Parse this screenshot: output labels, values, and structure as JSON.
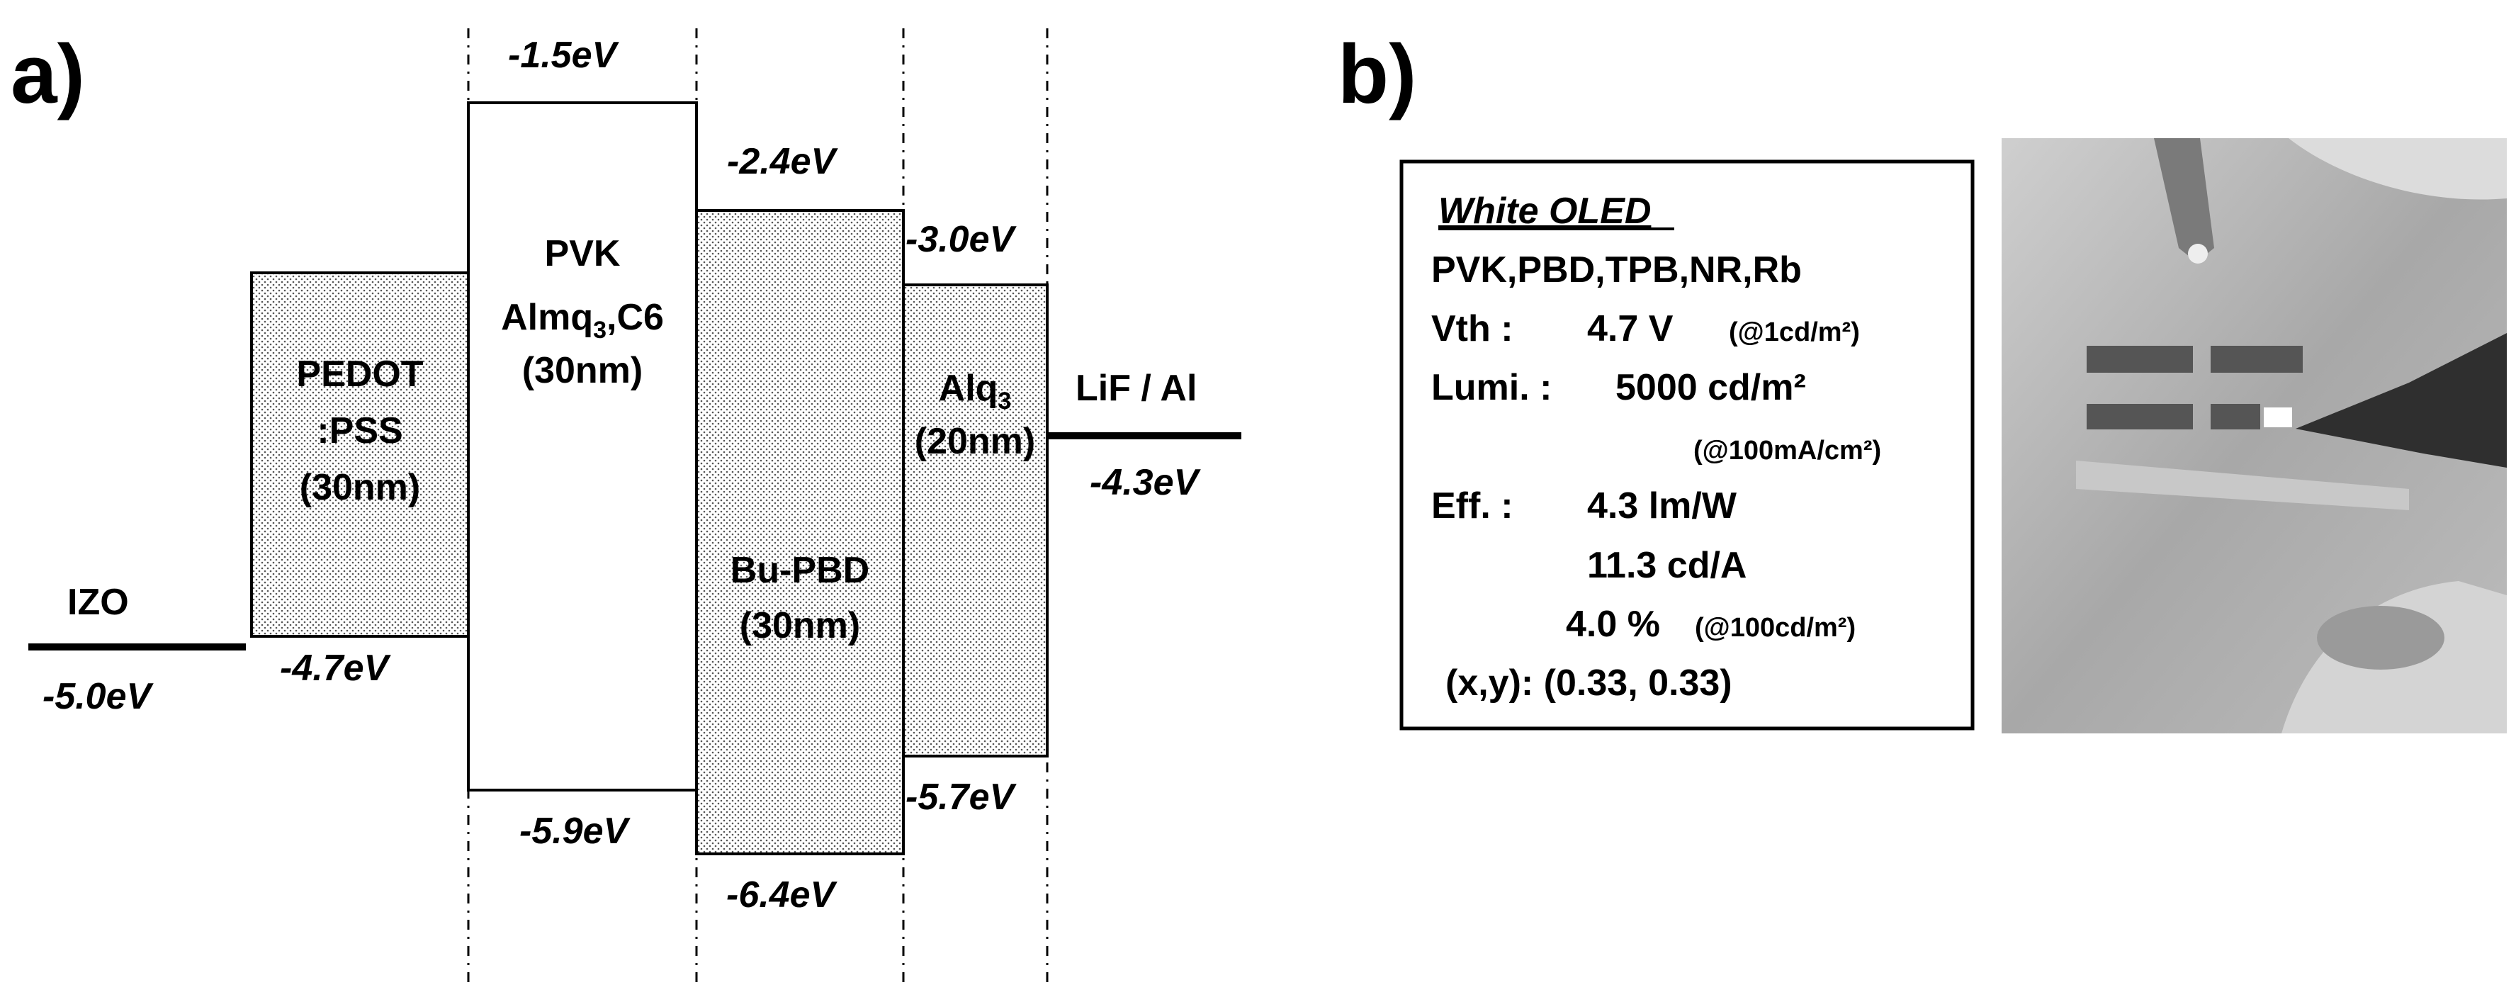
{
  "panels": {
    "a_label": "a)",
    "b_label": "b)"
  },
  "diagram": {
    "electrodes": {
      "anode": {
        "label": "IZO",
        "energy": "-5.0eV"
      },
      "cathode": {
        "label": "LiF / Al",
        "energy": "-4.3eV"
      }
    },
    "layers": [
      {
        "id": "pedot",
        "lines": [
          "PEDOT",
          ":PSS",
          "(30nm)"
        ],
        "lumo": "",
        "homo": "-4.7eV",
        "fill": "dotted"
      },
      {
        "id": "pvk",
        "lines": [
          "PVK",
          "Almq3,C6",
          "(30nm)"
        ],
        "lumo": "-1.5eV",
        "homo": "-5.9eV",
        "fill": "white"
      },
      {
        "id": "bupbd",
        "lines": [
          "Bu-PBD",
          "(30nm)"
        ],
        "lumo": "-2.4eV",
        "homo": "-6.4eV",
        "fill": "dotted"
      },
      {
        "id": "alq",
        "lines": [
          "Alq3",
          "(20nm)"
        ],
        "lumo": "-3.0eV",
        "homo": "-5.7eV",
        "fill": "dotted"
      }
    ]
  },
  "device_info": {
    "title": "White OLED",
    "materials": "PVK,PBD,TPB,NR,Rb",
    "vth_label": "Vth :",
    "vth_value": "4.7 V",
    "vth_cond": "(@1cd/m²)",
    "lumi_label": "Lumi.  :",
    "lumi_value": "5000 cd/m²",
    "lumi_cond": "(@100mA/cm²)",
    "eff_label": "Eff.  :",
    "eff_value1": "4.3  lm/W",
    "eff_value2": "11.3 cd/A",
    "eff_value3": "4.0 %",
    "eff_cond": "(@100cd/m²)",
    "cie": "(x,y): (0.33, 0.33)"
  },
  "photo": {
    "description_icon": "device-photo"
  },
  "colors": {
    "line": "#000000",
    "dotted_fill": "#d9d9d9",
    "background": "#ffffff"
  }
}
